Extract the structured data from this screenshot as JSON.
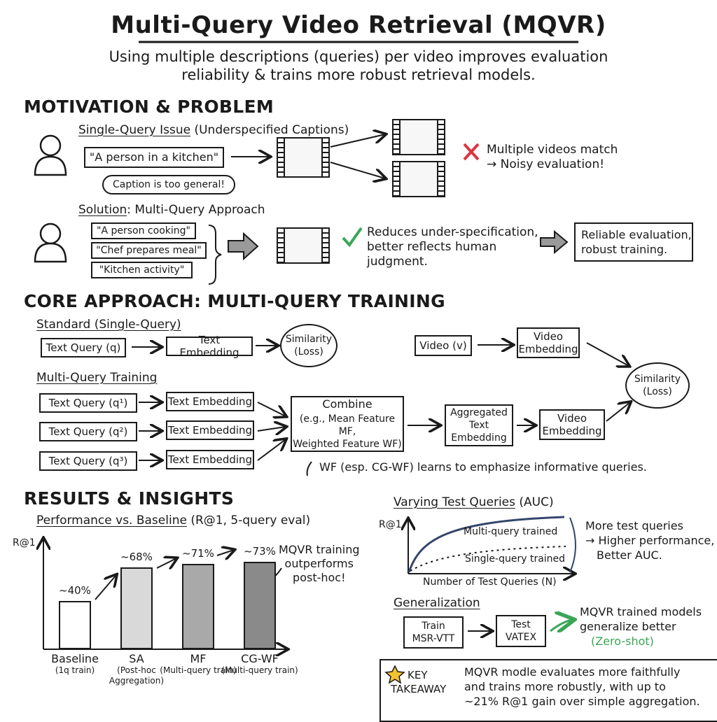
{
  "header": {
    "title": "Multi-Query Video Retrieval (MQVR)",
    "subtitle_line1": "Using multiple descriptions (queries) per video improves evaluation",
    "subtitle_line2": "reliability & trains more robust retrieval models."
  },
  "motivation": {
    "heading": "MOTIVATION & PROBLEM",
    "issue_label": "Single-Query Issue",
    "issue_detail": "(Underspecified Captions)",
    "caption": "\"A person in a kitchen\"",
    "caption_note": "Caption is too general!",
    "problem_line1": "Multiple videos match",
    "problem_line2": "→ Noisy evaluation!",
    "solution_label": "Solution",
    "solution_detail": ": Multi-Query Approach",
    "queries": [
      "\"A person cooking\"",
      "\"Chef prepares meal\"",
      "\"Kitchen activity\""
    ],
    "benefit_line1": "Reduces under-specification,",
    "benefit_line2": "better reflects human",
    "benefit_line3": "judgment.",
    "result_line1": "Reliable evaluation,",
    "result_line2": "robust training.",
    "colors": {
      "cross": "#d9363e",
      "check": "#3aa655"
    }
  },
  "core": {
    "heading": "CORE APPROACH: MULTI-QUERY TRAINING",
    "standard_label": "Standard (Single-Query)",
    "std_query": "Text Query (q)",
    "std_embedding": "Text Embedding",
    "similarity_line1": "Similarity",
    "similarity_line2": "(Loss)",
    "video": "Video (v)",
    "video_emb_line1": "Video",
    "video_emb_line2": "Embedding",
    "multi_label": "Multi-Query Training",
    "mq_queries": [
      "Text Query (q¹)",
      "Text Query (q²)",
      "Text Query (q³)"
    ],
    "mq_embedding": "Text Embedding",
    "combine_title": "Combine",
    "combine_line1": "(e.g., Mean Feature MF,",
    "combine_line2": "Weighted Feature WF)",
    "agg_line1": "Aggregated",
    "agg_line2": "Text",
    "agg_line3": "Embedding",
    "wf_note": "WF (esp. CG-WF) learns to emphasize informative queries."
  },
  "results": {
    "heading": "RESULTS & INSIGHTS",
    "perf_label": "Performance vs. Baseline",
    "perf_detail": "(R@1, 5-query eval)",
    "perf_note_line1": "MQVR training",
    "perf_note_line2": "outperforms",
    "perf_note_line3": "post-hoc!",
    "varying_label": "Varying Test Queries",
    "varying_detail": "(AUC)",
    "curve_y": "R@1",
    "curve_x": "Number of Test Queries (N)",
    "curve_multi": "Multi-query trained",
    "curve_single": "Single-query trained",
    "curve_note_line1": "More test queries",
    "curve_note_line2": "→ Higher performance,",
    "curve_note_line3": "Better AUC.",
    "gen_label": "Generalization",
    "train_line1": "Train",
    "train_line2": "MSR-VTT",
    "test_line1": "Test",
    "test_line2": "VATEX",
    "gen_note_line1": "MQVR trained models",
    "gen_note_line2": "generalize better",
    "gen_note_line3": "(Zero-shot)",
    "takeaway_label_line1": "KEY",
    "takeaway_label_line2": "TAKEAWAY",
    "takeaway_line1": "MQVR modle evaluates more faithfully",
    "takeaway_line2": "and trains more robustly, with up to",
    "takeaway_line3": "~21% R@1 gain over simple aggregation.",
    "colors": {
      "curve": "#34466b",
      "green": "#3aa655",
      "star": "#f2c230"
    }
  },
  "chart_data": {
    "type": "bar",
    "title": "Performance vs. Baseline (R@1, 5-query eval)",
    "ylabel": "R@1",
    "xlabel": "",
    "categories": [
      "Baseline",
      "SA",
      "MF",
      "CG-WF"
    ],
    "sublabels": [
      "(1q train)",
      "(Post-hoc Aggregation)",
      "(Multi-query train)",
      "(Multi-query train)"
    ],
    "values": [
      40,
      68,
      71,
      73
    ],
    "value_labels": [
      "~40%",
      "~68%",
      "~71%",
      "~73%"
    ],
    "colors": [
      "#ffffff",
      "#d9d9d9",
      "#a9a9a9",
      "#8a8a8a"
    ],
    "ylim": [
      0,
      85
    ]
  }
}
